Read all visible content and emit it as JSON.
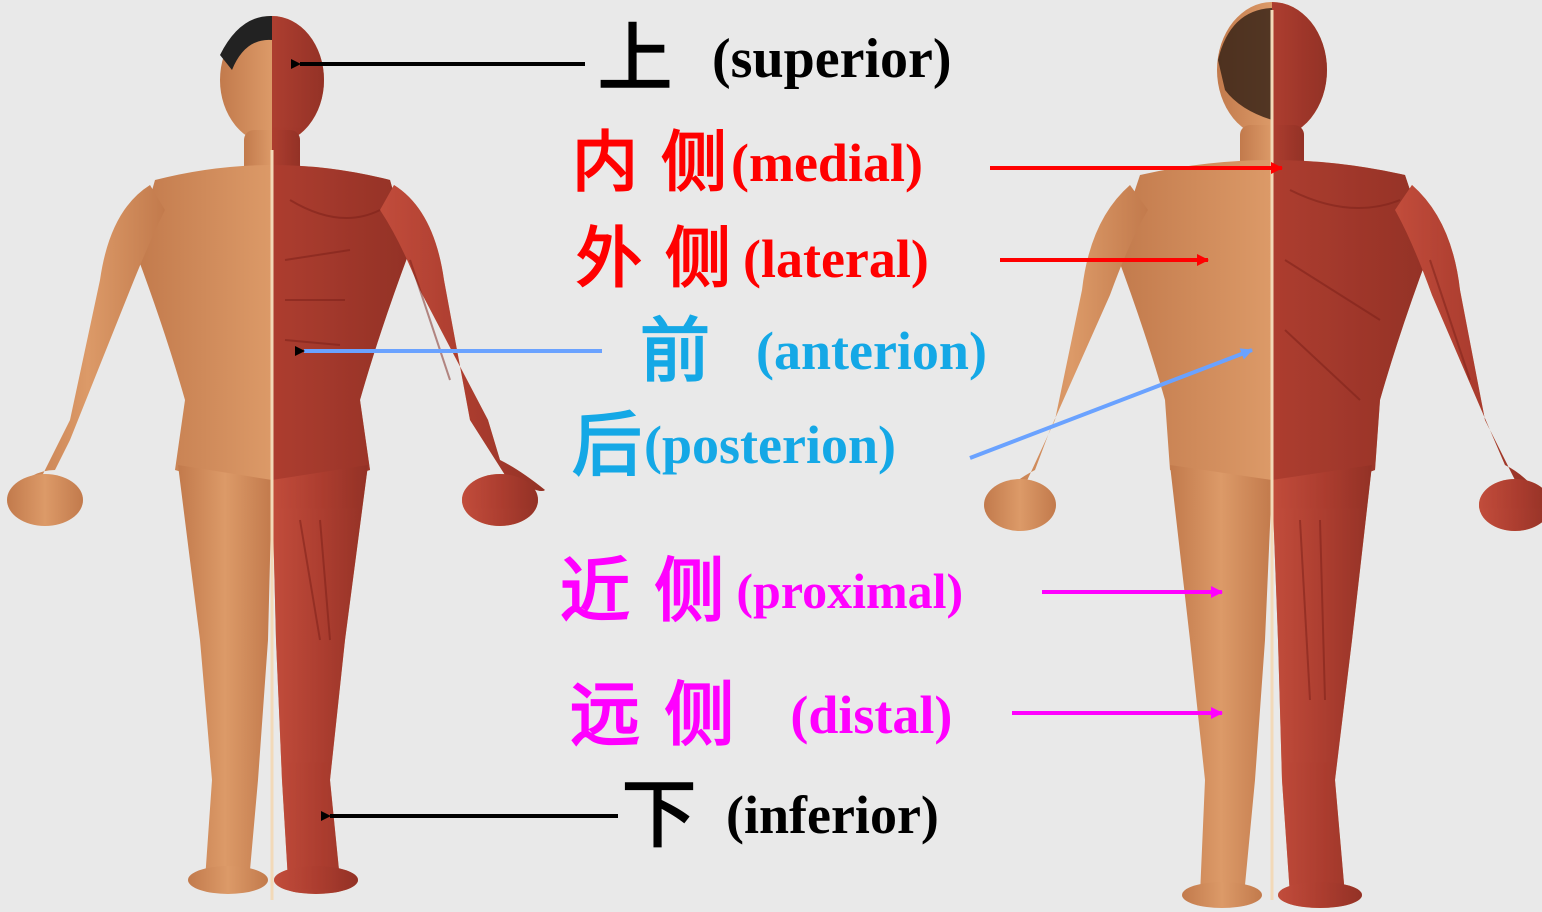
{
  "colors": {
    "background": "#e9e9e9",
    "black": "#000000",
    "red": "#ff0000",
    "cyan": "#14a8e6",
    "blue_arrow": "#6aa2ff",
    "magenta": "#ff00ff",
    "skin": "#d48c5a",
    "muscle": "#b0382c"
  },
  "labels": {
    "superior": {
      "zh": "上",
      "en": "(superior)"
    },
    "medial": {
      "zh": "内 侧",
      "en": "(medial)"
    },
    "lateral": {
      "zh": "外 侧",
      "en": "(lateral)"
    },
    "anterior": {
      "zh": "前",
      "en": "(anterion)"
    },
    "posterior": {
      "zh": "后",
      "en": "(posterion)"
    },
    "proximal": {
      "zh": "近 侧",
      "en": "(proximal)"
    },
    "distal": {
      "zh": "远 侧",
      "en": "(distal)"
    },
    "inferior": {
      "zh": "下",
      "en": "(inferior)"
    }
  },
  "figures": {
    "front": "anterior-view-muscle-figure",
    "back": "posterior-view-muscle-figure"
  }
}
